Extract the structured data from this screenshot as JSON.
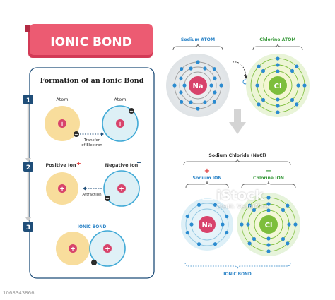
{
  "title": "IONIC BOND",
  "left_panel": {
    "heading": "Formation of an Ionic Bond",
    "steps": [
      {
        "number": "1",
        "left_label": "Atom",
        "right_label": "Atom",
        "arrow_label_1": "Transfer",
        "arrow_label_2": "of Electron"
      },
      {
        "number": "2",
        "left_label": "Positive Ion",
        "left_sup": "+",
        "right_label": "Negative Ion",
        "right_sup": "−",
        "arrow_label": "Attraction"
      },
      {
        "number": "3",
        "label": "IONIC BOND"
      }
    ],
    "plus": "+",
    "minus": "−"
  },
  "right_panel": {
    "sodium_atom_label": "Sodium ATOM",
    "chlorine_atom_label": "Chlorine ATOM",
    "na_symbol": "Na",
    "cl_symbol": "Cl",
    "compound_label": "Sodium Chloride (NaCl)",
    "sodium_ion_label": "Sodium ION",
    "chlorine_ion_label": "Chlorine ION",
    "ionic_bond_label": "IONIC BOND",
    "plus": "+",
    "minus": "−"
  },
  "colors": {
    "title_bg": "#e9506a",
    "step_badge": "#1f4e79",
    "sodium_fill": "#f8dd9c",
    "chlorine_fill": "#ddf0f6",
    "cation_core": "#d8436b",
    "anion_core": "#7dbe3c",
    "electron": "#2b8bd0",
    "orbit_na": "#bdbdbd",
    "orbit_cl": "#8ec5e0",
    "label_blue": "#2f86c8",
    "label_green": "#3a9a3c",
    "plus_red": "#e23b3b"
  },
  "watermark": {
    "brand": "iStock",
    "credit": "Credit: VectorMine"
  },
  "footer": {
    "image_id": "1068343866"
  }
}
